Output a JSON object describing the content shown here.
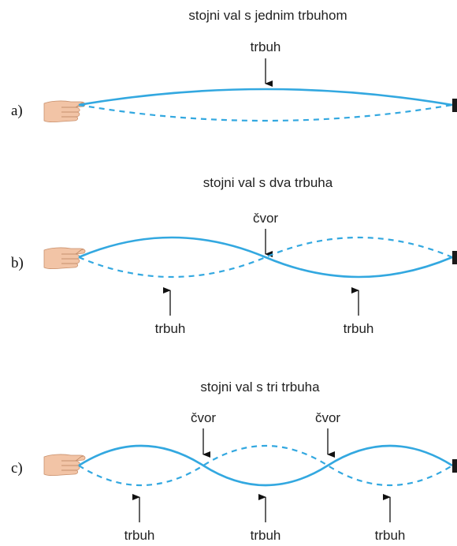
{
  "panels": [
    {
      "case_label": "a)",
      "title": "stojni val s jednim trbuhom",
      "labels": {
        "antinode_1": "trbuh"
      }
    },
    {
      "case_label": "b)",
      "title": "stojni val s dva trbuha",
      "labels": {
        "node_1": "čvor",
        "antinode_1": "trbuh",
        "antinode_2": "trbuh"
      }
    },
    {
      "case_label": "c)",
      "title": "stojni val s tri trbuha",
      "labels": {
        "node_1": "čvor",
        "node_2": "čvor",
        "antinode_1": "trbuh",
        "antinode_2": "trbuh",
        "antinode_3": "trbuh"
      }
    }
  ],
  "colors": {
    "wave": "#33a8e0",
    "arrow": "#111111",
    "wall": "#1a1a1a",
    "hand": "#f2c4a6"
  },
  "icons": {
    "hand": "hand-icon",
    "wall": "wall-anchor-icon"
  }
}
